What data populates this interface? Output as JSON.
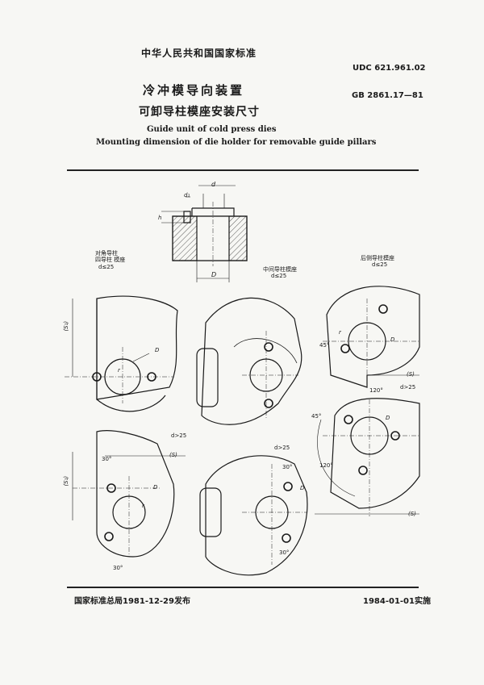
{
  "header": {
    "standard_title": "中华人民共和国国家标准",
    "udc": "UDC 621.961.02",
    "gb": "GB 2861.17—81",
    "title_cn_1": "冷冲模导向装置",
    "title_cn_2": "可卸导柱模座安装尺寸",
    "title_en_1": "Guide unit of cold press dies",
    "title_en_2": "Mounting dimension of die holder for removable guide pillars"
  },
  "drawing": {
    "section": {
      "d": "d",
      "d1": "d₁",
      "h": "h",
      "D": "D"
    },
    "labels": {
      "diagonal_line1": "对角导柱",
      "diagonal_line2": "四导柱   模座",
      "diagonal_line3": "d≤25",
      "middle_line1": "中间导柱模座",
      "middle_line2": "d≤25",
      "rear_line1": "后侧导柱模座",
      "rear_line2": "d≤25",
      "d_gt_25_a": "d>25",
      "d_gt_25_b": "d>25",
      "d_gt_25_c": "d>25",
      "S": "(S)",
      "S1": "(S₁)",
      "D": "D",
      "r": "r",
      "angle_30": "30°",
      "angle_45": "45°",
      "angle_120": "120°"
    }
  },
  "footer": {
    "issued": "国家标准总局1981-12-29发布",
    "effective": "1984-01-01实施"
  }
}
